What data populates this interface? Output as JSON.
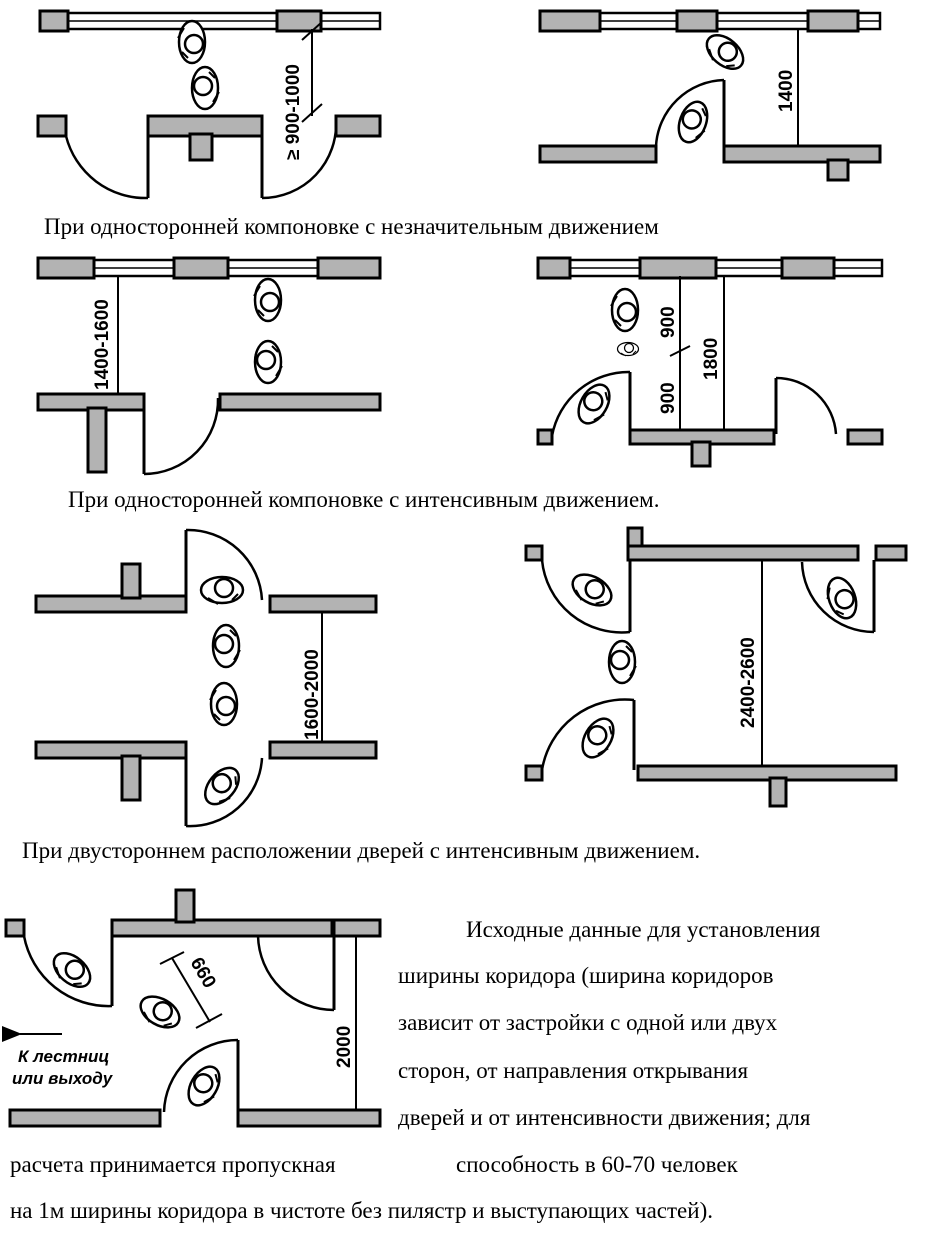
{
  "captions": {
    "one_side_low": "При односторонней компоновке с незначительным движением",
    "one_side_high": "При односторонней компоновке с интенсивным движением.",
    "two_side_high": "При двустороннем расположении дверей с интенсивным движением."
  },
  "dimensions": {
    "d1": "≥ 900-1000",
    "d2": "1400",
    "d3": "1400-1600",
    "d4a": "900",
    "d4b": "900",
    "d4c": "1800",
    "d5": "1600-2000",
    "d6": "2400-2600",
    "d7": "660",
    "d8": "2000"
  },
  "stair_label": {
    "line1": "К лестниц",
    "line2": "или выходу"
  },
  "description": {
    "line1": "Исходные данные для установления",
    "line2": "ширины коридора (ширина коридоров",
    "line3": "зависит от застройки с одной или двух",
    "line4": "сторон, от направления открывания",
    "line5": "дверей и от интенсивности движения; для",
    "line6a": "расчета принимается пропускная",
    "line6b": "способность в 60-70 человек",
    "line7": "на 1м ширины  коридора в чистоте без пилястр и  выступающих частей)."
  }
}
